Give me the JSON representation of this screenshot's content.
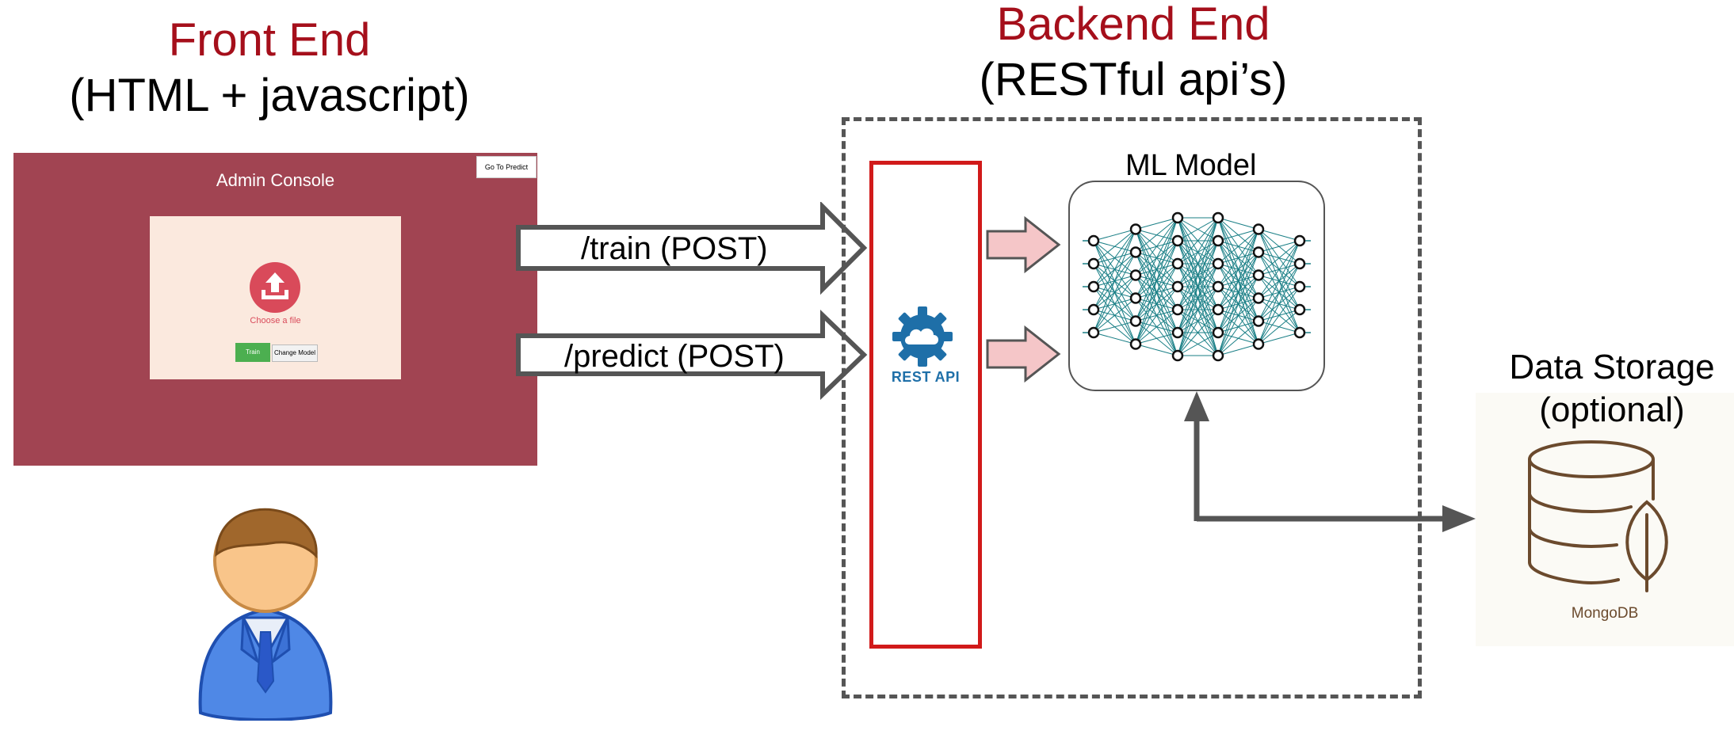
{
  "frontend": {
    "title": "Front End",
    "subtitle": "(HTML + javascript)"
  },
  "backend": {
    "title": "Backend End",
    "subtitle": "(RESTful api’s)"
  },
  "admin_console": {
    "title": "Admin Console",
    "go_predict": "Go To Predict",
    "choose_file": "Choose a file",
    "train_button": "Train",
    "change_model_button": "Change Model"
  },
  "arrows": {
    "train": "/train (POST)",
    "predict": "/predict (POST)"
  },
  "rest_api": {
    "label": "REST API"
  },
  "ml_model": {
    "label": "ML Model"
  },
  "storage": {
    "title": "Data Storage",
    "subtitle": "(optional)",
    "db_label": "MongoDB"
  },
  "colors": {
    "heading_red": "#a50f1b",
    "console_bg": "#a14452",
    "rest_border": "#d11a1a",
    "rest_blue": "#1e6fa8"
  }
}
